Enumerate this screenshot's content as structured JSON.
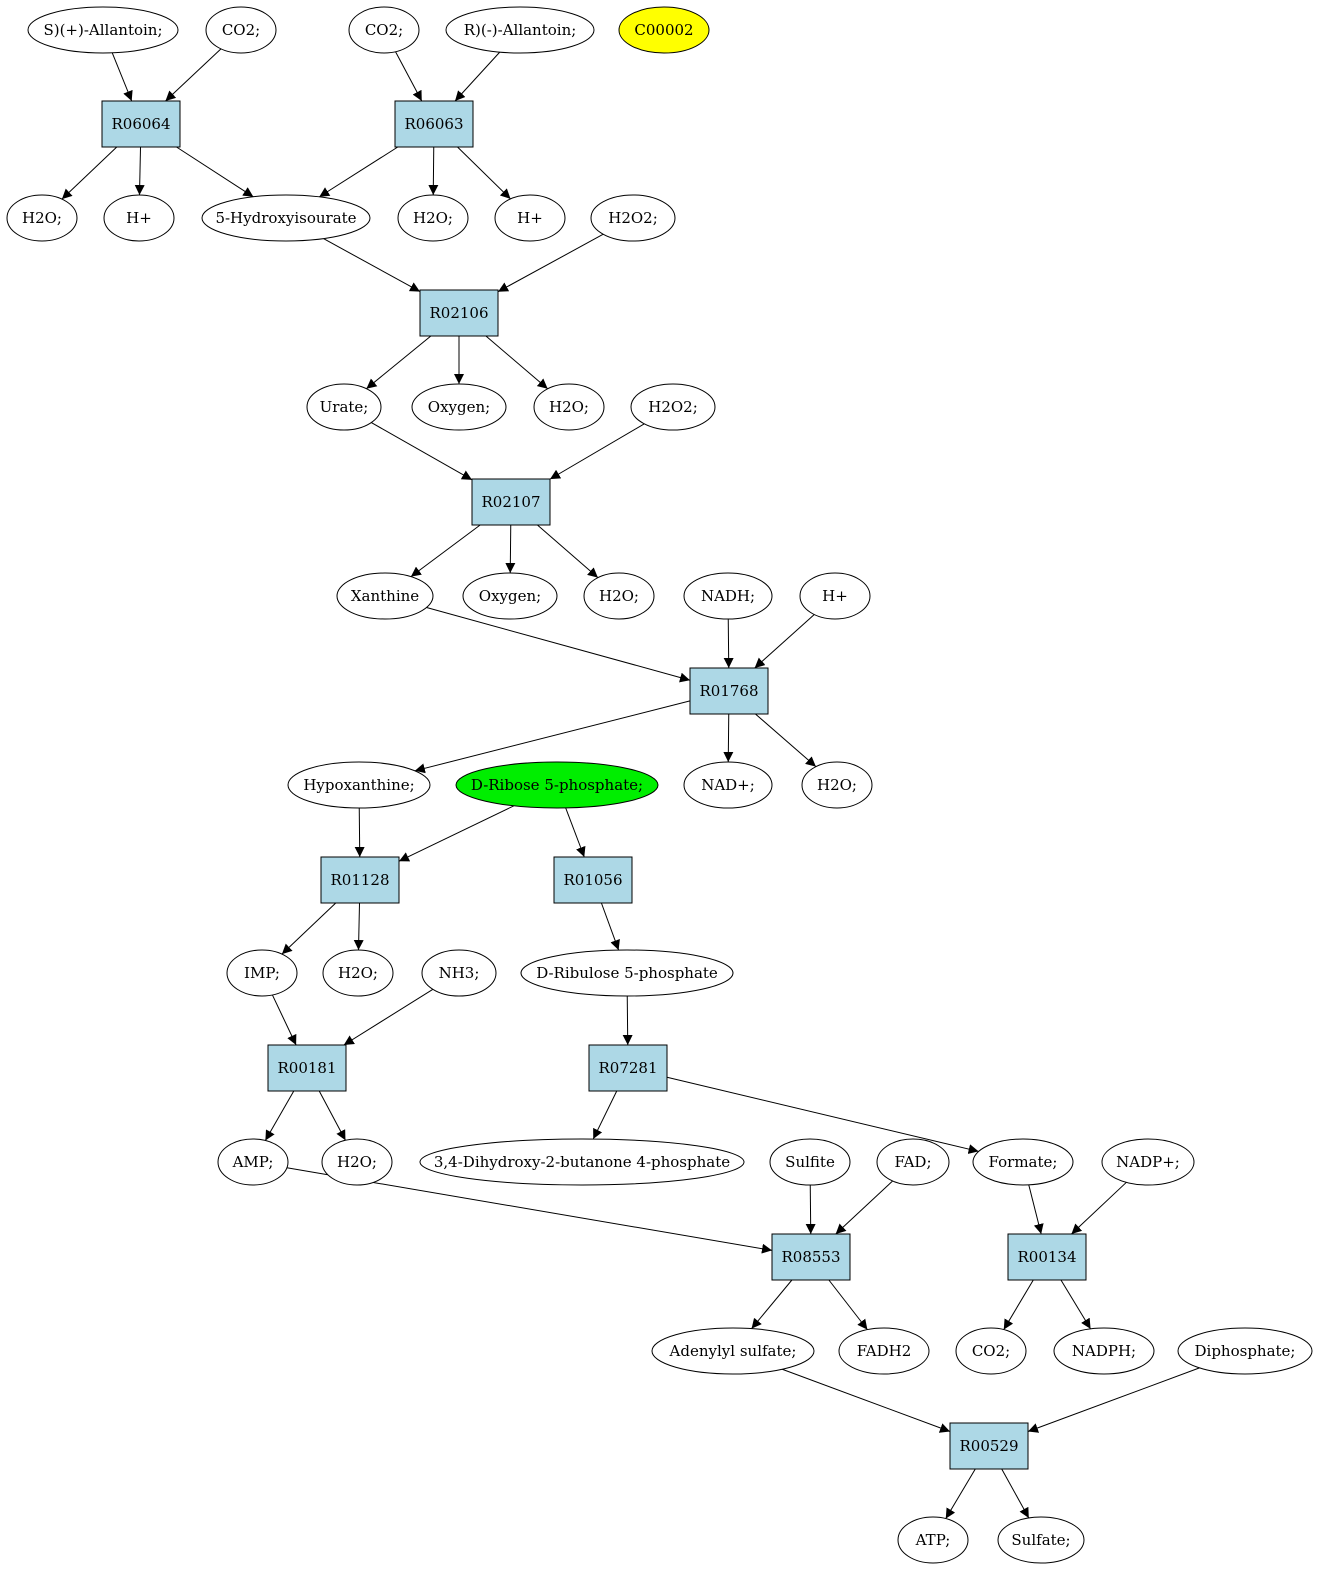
{
  "colors": {
    "compound_fill": "#ffffff",
    "reaction_fill": "#add8e6",
    "highlight_yellow": "#ffff00",
    "highlight_green": "#00ee00"
  },
  "compounds": {
    "s_allantoin": "S)(+)-Allantoin;",
    "co2_a": "CO2;",
    "co2_b": "CO2;",
    "r_allantoin": "R)(-)-Allantoin;",
    "c00002": "C00002",
    "h2o_1": "H2O;",
    "hplus_1": "H+",
    "hydroxyisourate": "5-Hydroxyisourate",
    "h2o_2": "H2O;",
    "hplus_2": "H+",
    "h2o2_1": "H2O2;",
    "urate": "Urate;",
    "oxygen_1": "Oxygen;",
    "h2o_3": "H2O;",
    "h2o2_2": "H2O2;",
    "xanthine": "Xanthine",
    "oxygen_2": "Oxygen;",
    "h2o_4": "H2O;",
    "nadh": "NADH;",
    "hplus_3": "H+",
    "hypoxanthine": "Hypoxanthine;",
    "ribose5p": "D-Ribose 5-phosphate;",
    "nadplus": "NAD+;",
    "h2o_5": "H2O;",
    "imp": "IMP;",
    "h2o_6": "H2O;",
    "nh3": "NH3;",
    "ribulose5p": "D-Ribulose 5-phosphate",
    "amp": "AMP;",
    "h2o_7": "H2O;",
    "dihydroxybutanone": "3,4-Dihydroxy-2-butanone 4-phosphate",
    "sulfite": "Sulfite",
    "fad": "FAD;",
    "formate": "Formate;",
    "nadpplus": "NADP+;",
    "adenylyl_sulfate": "Adenylyl sulfate;",
    "fadh2": "FADH2",
    "co2_c": "CO2;",
    "nadph": "NADPH;",
    "diphosphate": "Diphosphate;",
    "atp": "ATP;",
    "sulfate": "Sulfate;"
  },
  "reactions": {
    "R06064": "R06064",
    "R06063": "R06063",
    "R02106": "R02106",
    "R02107": "R02107",
    "R01768": "R01768",
    "R01128": "R01128",
    "R01056": "R01056",
    "R00181": "R00181",
    "R07281": "R07281",
    "R08553": "R08553",
    "R00134": "R00134",
    "R00529": "R00529"
  },
  "edges": [
    [
      "s_allantoin",
      "R06064"
    ],
    [
      "co2_a",
      "R06064"
    ],
    [
      "co2_b",
      "R06063"
    ],
    [
      "r_allantoin",
      "R06063"
    ],
    [
      "R06064",
      "h2o_1"
    ],
    [
      "R06064",
      "hplus_1"
    ],
    [
      "R06064",
      "hydroxyisourate"
    ],
    [
      "R06063",
      "hydroxyisourate"
    ],
    [
      "R06063",
      "h2o_2"
    ],
    [
      "R06063",
      "hplus_2"
    ],
    [
      "hydroxyisourate",
      "R02106"
    ],
    [
      "h2o2_1",
      "R02106"
    ],
    [
      "R02106",
      "urate"
    ],
    [
      "R02106",
      "oxygen_1"
    ],
    [
      "R02106",
      "h2o_3"
    ],
    [
      "urate",
      "R02107"
    ],
    [
      "h2o2_2",
      "R02107"
    ],
    [
      "R02107",
      "xanthine"
    ],
    [
      "R02107",
      "oxygen_2"
    ],
    [
      "R02107",
      "h2o_4"
    ],
    [
      "xanthine",
      "R01768"
    ],
    [
      "nadh",
      "R01768"
    ],
    [
      "hplus_3",
      "R01768"
    ],
    [
      "R01768",
      "hypoxanthine"
    ],
    [
      "R01768",
      "nadplus"
    ],
    [
      "R01768",
      "h2o_5"
    ],
    [
      "hypoxanthine",
      "R01128"
    ],
    [
      "ribose5p",
      "R01128"
    ],
    [
      "ribose5p",
      "R01056"
    ],
    [
      "R01128",
      "imp"
    ],
    [
      "R01128",
      "h2o_6"
    ],
    [
      "R01056",
      "ribulose5p"
    ],
    [
      "imp",
      "R00181"
    ],
    [
      "nh3",
      "R00181"
    ],
    [
      "ribulose5p",
      "R07281"
    ],
    [
      "R00181",
      "amp"
    ],
    [
      "R00181",
      "h2o_7"
    ],
    [
      "R07281",
      "dihydroxybutanone"
    ],
    [
      "R07281",
      "formate"
    ],
    [
      "amp",
      "R08553"
    ],
    [
      "sulfite",
      "R08553"
    ],
    [
      "fad",
      "R08553"
    ],
    [
      "formate",
      "R00134"
    ],
    [
      "nadpplus",
      "R00134"
    ],
    [
      "R08553",
      "adenylyl_sulfate"
    ],
    [
      "R08553",
      "fadh2"
    ],
    [
      "R00134",
      "co2_c"
    ],
    [
      "R00134",
      "nadph"
    ],
    [
      "adenylyl_sulfate",
      "R00529"
    ],
    [
      "diphosphate",
      "R00529"
    ],
    [
      "R00529",
      "atp"
    ],
    [
      "R00529",
      "sulfate"
    ]
  ]
}
